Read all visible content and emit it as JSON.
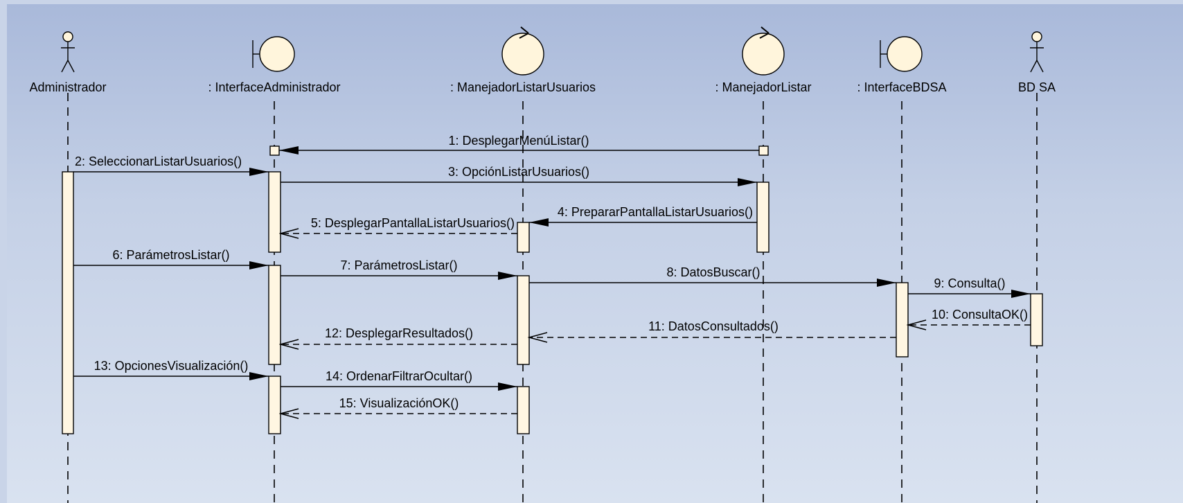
{
  "colors": {
    "background_top": "#a9b9da",
    "background_bottom": "#d9e2f0",
    "activation_fill": "#fff6e2",
    "symbol_fill": "#fff5dc",
    "line": "#000000"
  },
  "lifelines": [
    {
      "id": "admin",
      "label": "Administrador",
      "icon": "actor-icon"
    },
    {
      "id": "iadmin",
      "label": ": InterfaceAdministrador",
      "icon": "boundary-icon"
    },
    {
      "id": "mlu",
      "label": ": ManejadorListarUsuarios",
      "icon": "control-icon"
    },
    {
      "id": "ml",
      "label": ": ManejadorListar",
      "icon": "control-icon"
    },
    {
      "id": "ibdsa",
      "label": ": InterfaceBDSA",
      "icon": "boundary-icon"
    },
    {
      "id": "bdsa",
      "label": "BD SA",
      "icon": "actor-icon"
    }
  ],
  "messages": [
    {
      "label": "1: DesplegarMenúListar()",
      "from": "ml",
      "to": "iadmin",
      "kind": "sync"
    },
    {
      "label": "2: SeleccionarListarUsuarios()",
      "from": "admin",
      "to": "iadmin",
      "kind": "sync"
    },
    {
      "label": "3: OpciónListarUsuarios()",
      "from": "iadmin",
      "to": "ml",
      "kind": "sync"
    },
    {
      "label": "4: PrepararPantallaListarUsuarios()",
      "from": "ml",
      "to": "mlu",
      "kind": "sync"
    },
    {
      "label": "5: DesplegarPantallaListarUsuarios()",
      "from": "mlu",
      "to": "iadmin",
      "kind": "return"
    },
    {
      "label": "6: ParámetrosListar()",
      "from": "admin",
      "to": "iadmin",
      "kind": "sync"
    },
    {
      "label": "7: ParámetrosListar()",
      "from": "iadmin",
      "to": "mlu",
      "kind": "sync"
    },
    {
      "label": "8: DatosBuscar()",
      "from": "mlu",
      "to": "ibdsa",
      "kind": "sync"
    },
    {
      "label": "9: Consulta()",
      "from": "ibdsa",
      "to": "bdsa",
      "kind": "sync"
    },
    {
      "label": "10: ConsultaOK()",
      "from": "bdsa",
      "to": "ibdsa",
      "kind": "return"
    },
    {
      "label": "11: DatosConsultados()",
      "from": "ibdsa",
      "to": "mlu",
      "kind": "return"
    },
    {
      "label": "12: DesplegarResultados()",
      "from": "mlu",
      "to": "iadmin",
      "kind": "return"
    },
    {
      "label": "13: OpcionesVisualización()",
      "from": "admin",
      "to": "iadmin",
      "kind": "sync"
    },
    {
      "label": "14: OrdenarFiltrarOcultar()",
      "from": "iadmin",
      "to": "mlu",
      "kind": "sync"
    },
    {
      "label": "15: VisualizaciónOK()",
      "from": "mlu",
      "to": "iadmin",
      "kind": "return"
    }
  ]
}
